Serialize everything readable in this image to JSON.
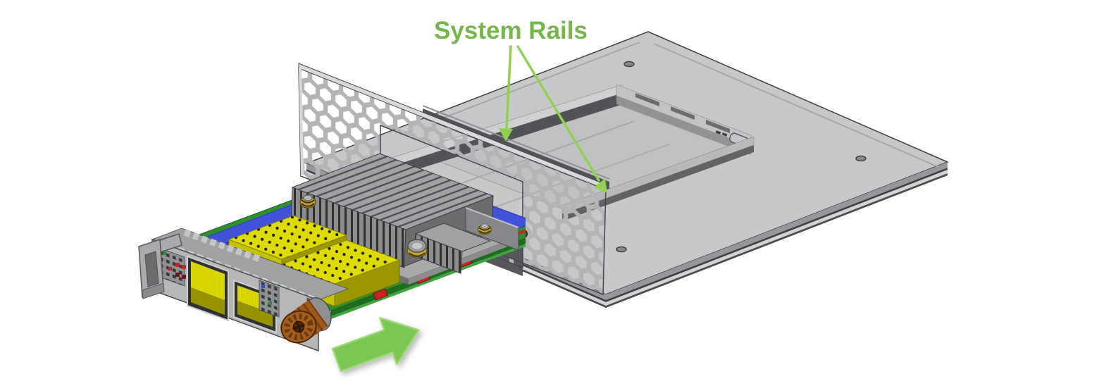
{
  "title": {
    "text": "System Rails"
  },
  "callout": {
    "label": "System Rails",
    "arrow_count": 2,
    "targets": [
      "left system rail",
      "right system rail"
    ]
  },
  "insertion_arrow": {
    "meaning": "card insertion direction",
    "direction": "up-right"
  },
  "colors": {
    "background": "#FFFFFF",
    "accent_green": "#76B74A",
    "callout_green": "#92D050",
    "big_arrow_green": "#7CC652",
    "big_arrow_edge": "#9BD873",
    "chassis_gray": "#C7C8CA",
    "chassis_side_gray": "#96979A",
    "chassis_line_dark": "#3E4042",
    "rail_dark": "#515356",
    "bracket_gray": "#B3B4B6",
    "bracket_outline": "#45474A",
    "pcb_green": "#2F8F2F",
    "pcb_edge_green": "#1F6B1F",
    "cover_blue": "#4152D9",
    "cage_yellow": "#DFDB00",
    "heatsink_gray": "#8B8D8F",
    "heatsink_dark": "#3C3E40",
    "faceplate_gray": "#B5B7B9",
    "thumbscrew_copper": "#A65E1E",
    "spring_gold": "#C9A227",
    "red_component": "#CC2222"
  }
}
